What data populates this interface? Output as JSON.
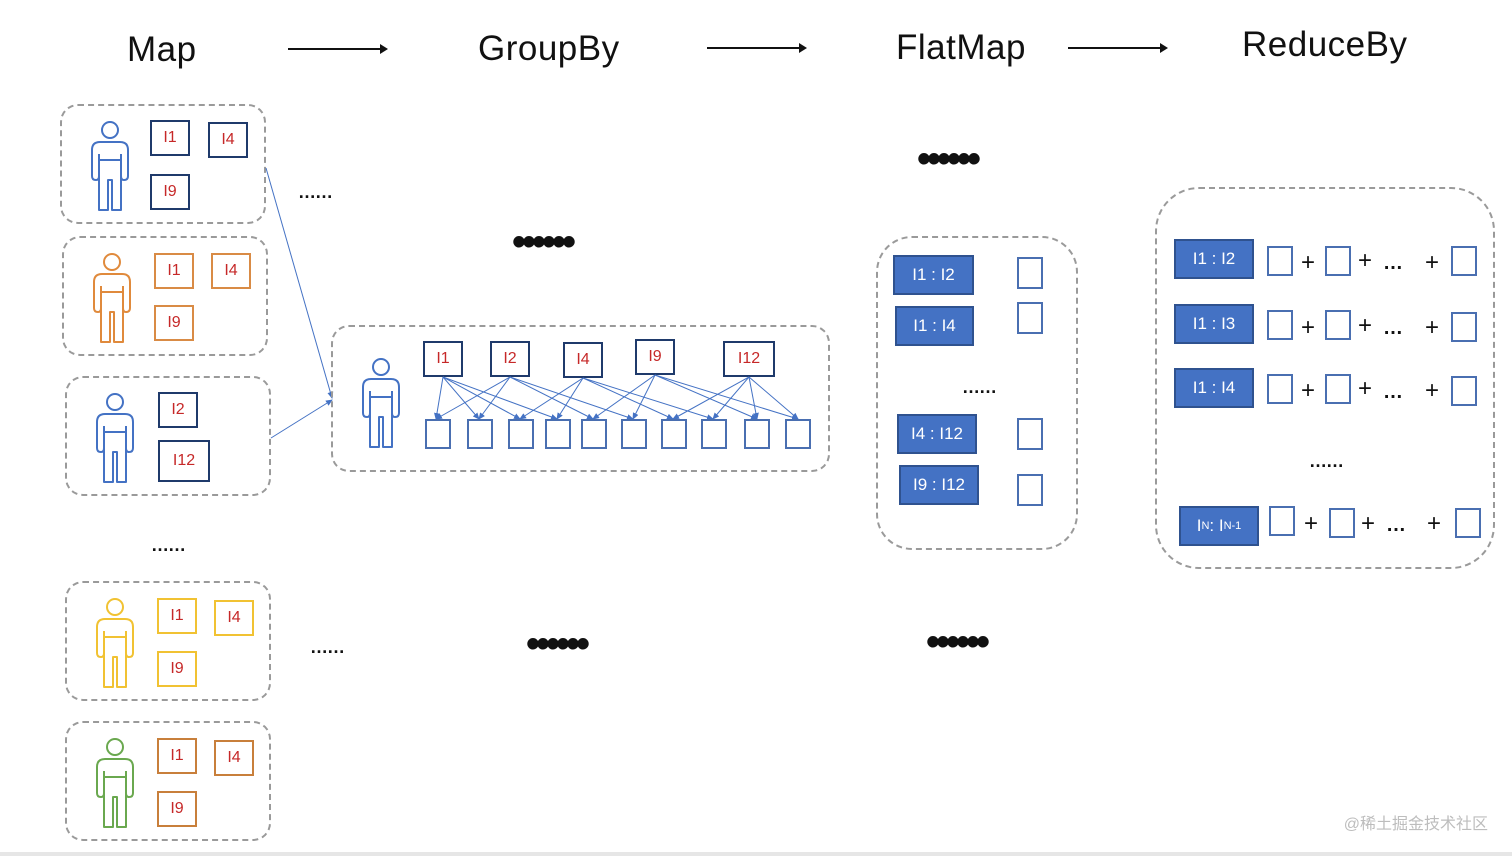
{
  "titles": {
    "map": "Map",
    "groupby": "GroupBy",
    "flatmap": "FlatMap",
    "reduceby": "ReduceBy"
  },
  "map_groups": [
    {
      "person_color": "#4472c4",
      "item_style": "blue",
      "items": [
        "I1",
        "I4",
        "I9"
      ]
    },
    {
      "person_color": "#e08a3c",
      "item_style": "orange",
      "items": [
        "I1",
        "I4",
        "I9"
      ]
    },
    {
      "person_color": "#4472c4",
      "item_style": "blue",
      "items": [
        "I2",
        "I12"
      ]
    },
    {
      "person_color": "#f1c232",
      "item_style": "yellow",
      "items": [
        "I1",
        "I4",
        "I9"
      ]
    },
    {
      "person_color": "#6aa84f",
      "item_style": "olive",
      "items": [
        "I1",
        "I4",
        "I9"
      ]
    }
  ],
  "groupby_items": [
    "I1",
    "I2",
    "I4",
    "I9",
    "I12"
  ],
  "flatmap_pairs": [
    "I1 : I2",
    "I1 : I4",
    "I4 : I12",
    "I9 : I12"
  ],
  "reduce_rows": [
    "I1 : I2",
    "I1 : I3",
    "I1 : I4"
  ],
  "reduce_last": {
    "base": "I",
    "sub1": "N",
    "sep": " : I",
    "sub2": "N-1"
  },
  "ellipsis": {
    "small": "……",
    "big": "••••••",
    "inline": "…"
  },
  "plus": "+",
  "watermark": "@稀土掘金技术社区",
  "colors": {
    "accent": "#4472c4",
    "item_text": "#c62828",
    "dashed": "#9a9a9a"
  }
}
